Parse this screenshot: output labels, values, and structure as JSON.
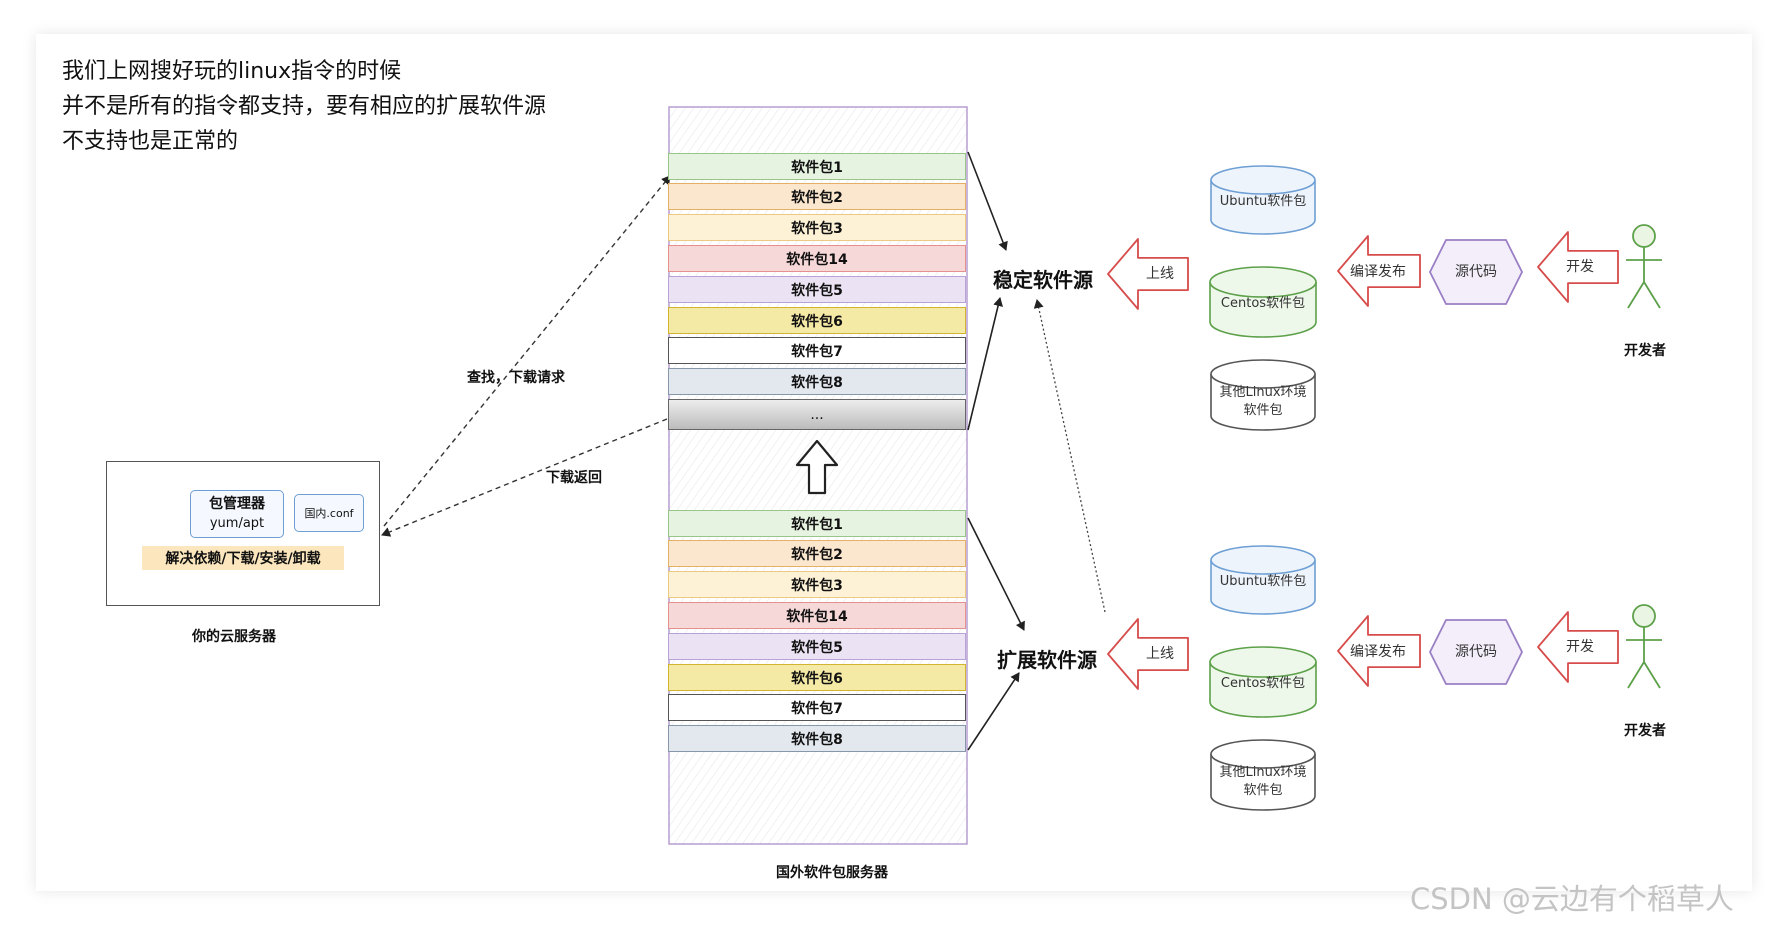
{
  "note": {
    "line1": "我们上网搜好玩的linux指令的时候",
    "line2": "并不是所有的指令都支持，要有相应的扩展软件源",
    "line3": "不支持也是正常的"
  },
  "cloud_server": {
    "package_manager": "包管理器",
    "pm_command": "yum/apt",
    "conf": "国内.conf",
    "operations": "解决依赖/下载/安装/卸载",
    "caption": "你的云服务器"
  },
  "arrows": {
    "request": "查找，下载请求",
    "response": "下载返回"
  },
  "foreign_server": {
    "caption": "国外软件包服务器",
    "upper_packages": [
      "软件包1",
      "软件包2",
      "软件包3",
      "软件包14",
      "软件包5",
      "软件包6",
      "软件包7",
      "软件包8"
    ],
    "ellipsis": "...",
    "lower_packages": [
      "软件包1",
      "软件包2",
      "软件包3",
      "软件包14",
      "软件包5",
      "软件包6",
      "软件包7",
      "软件包8"
    ],
    "package_colors": [
      "#e6f3e1",
      "#fbe6ce",
      "#fdf1d6",
      "#f7d8d8",
      "#ebe3f3",
      "#f5e9a6",
      "#ffffff",
      "#e3e8ef"
    ],
    "package_borders": [
      "#97c58a",
      "#e3b066",
      "#ecc982",
      "#e3908f",
      "#b9a3d6",
      "#d3b42e",
      "#555555",
      "#8796a8"
    ]
  },
  "stable_source": {
    "title": "稳定软件源",
    "upload": "上线",
    "repos": [
      "Ubuntu软件包",
      "Centos软件包",
      "其他Linux环境",
      "软件包"
    ],
    "compile": "编译发布",
    "source_code": "源代码",
    "develop": "开发",
    "developer": "开发者"
  },
  "ext_source": {
    "title": "扩展软件源",
    "upload": "上线",
    "repos": [
      "Ubuntu软件包",
      "Centos软件包",
      "其他Linux环境",
      "软件包"
    ],
    "compile": "编译发布",
    "source_code": "源代码",
    "develop": "开发",
    "developer": "开发者"
  },
  "watermark": "CSDN @云边有个稻草人"
}
